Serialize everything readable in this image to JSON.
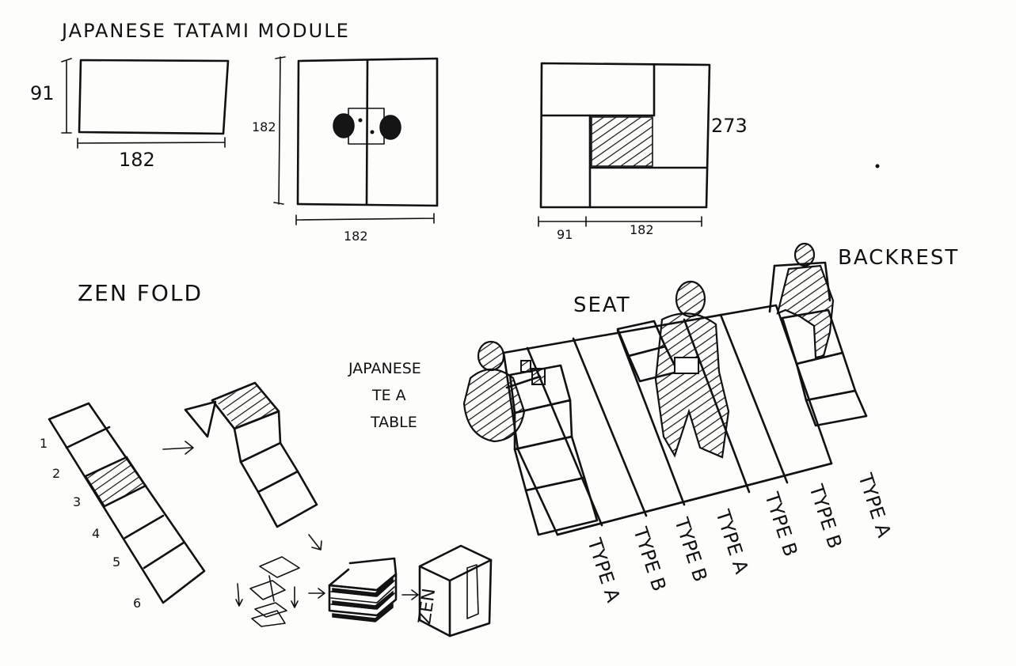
{
  "title": "JAPANESE TATAMI MODULE",
  "tatami": {
    "single": {
      "height": "91",
      "width": "182"
    },
    "double": {
      "height": "182",
      "width": "182"
    },
    "triple": {
      "height": "273",
      "left": "91",
      "right": "182"
    }
  },
  "zen_fold": {
    "title": "ZEN FOLD",
    "numbers": [
      "1",
      "2",
      "3",
      "4",
      "5",
      "6"
    ],
    "box_text": "ZEN"
  },
  "furniture": {
    "seat": "SEAT",
    "backrest": "BACKREST",
    "tea_table": [
      "JAPANESE",
      "TE A",
      "TABLE"
    ],
    "types": [
      "TYPE A",
      "TYPE B",
      "TYPE B",
      "TYPE A",
      "TYPE B",
      "TYPE B",
      "TYPE A"
    ]
  }
}
